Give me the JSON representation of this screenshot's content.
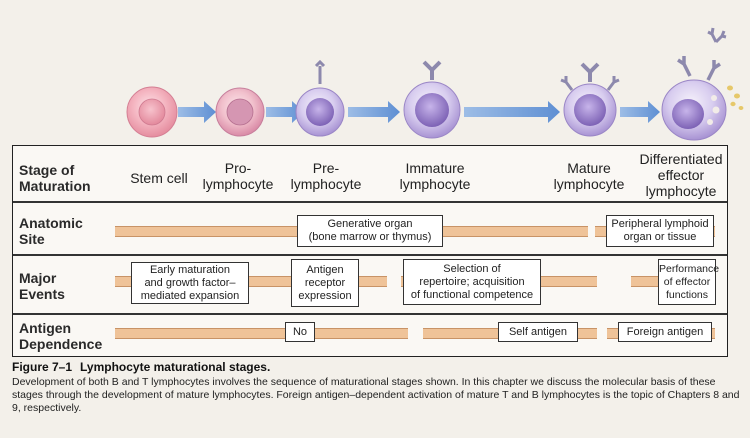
{
  "stages": [
    {
      "lines": [
        "Stem cell"
      ]
    },
    {
      "lines": [
        "Pro-",
        "lymphocyte"
      ]
    },
    {
      "lines": [
        "Pre-",
        "lymphocyte"
      ]
    },
    {
      "lines": [
        "Immature",
        "lymphocyte"
      ]
    },
    {
      "lines": [
        "Mature",
        "lymphocyte"
      ]
    },
    {
      "lines": [
        "Differentiated",
        "effector",
        "lymphocyte"
      ]
    }
  ],
  "row_labels": {
    "stage": [
      "Stage of",
      "Maturation"
    ],
    "anatomic": [
      "Anatomic",
      "Site"
    ],
    "events": [
      "Major",
      "Events"
    ],
    "antigen": [
      "Antigen",
      "Dependence"
    ]
  },
  "anatomic_boxes": {
    "generative": [
      "Generative organ",
      "(bone marrow or thymus)"
    ],
    "peripheral": [
      "Peripheral lymphoid",
      "organ or tissue"
    ]
  },
  "event_boxes": {
    "early": [
      "Early maturation",
      "and growth factor–",
      "mediated expansion"
    ],
    "antigen_receptor": [
      "Antigen",
      "receptor",
      "expression"
    ],
    "selection": [
      "Selection of",
      "repertoire; acquisition",
      "of functional competence"
    ],
    "performance": [
      "Performance",
      "of effector",
      "functions"
    ]
  },
  "antigen_boxes": {
    "no": "No",
    "self": "Self antigen",
    "foreign": "Foreign antigen"
  },
  "caption": {
    "figure": "Figure 7–1",
    "title": "Lymphocyte maturational stages.",
    "body": "Development of both B and T lymphocytes involves the sequence of maturational stages shown. In this chapter we discuss the molecular basis of these stages through the development of mature lymphocytes. Foreign antigen–dependent activation of mature T and B lymphocytes is the topic of Chapters 8 and 9, respectively."
  },
  "colors": {
    "stem_cell": "#f2a5b4",
    "lymphocyte": "#c6b3e6",
    "arrow": "#7da6dc",
    "band": "#efc398",
    "receptor": "#9b97b8"
  }
}
